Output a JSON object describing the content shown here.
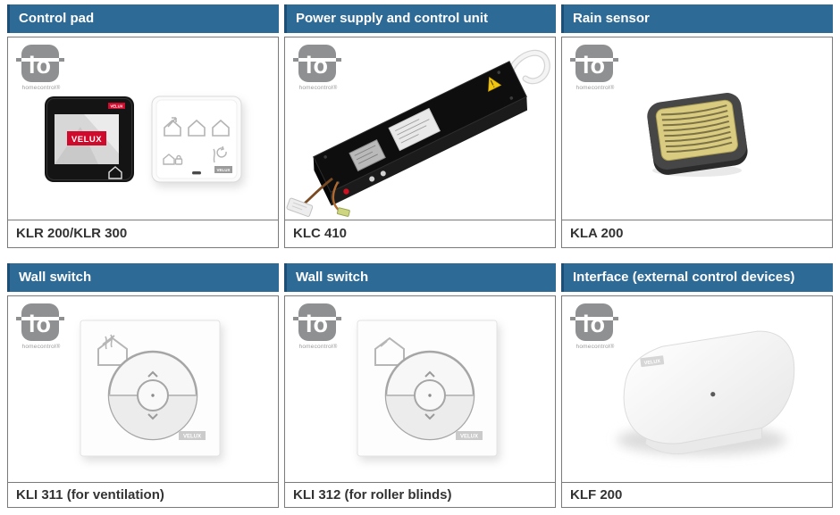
{
  "brand": "VELUX",
  "io_logo": {
    "text": "io",
    "subtext": "homecontrol®"
  },
  "theme": {
    "header_bg": "#2e6a96",
    "header_edge": "#1d4e75",
    "header_text": "#ffffff",
    "cell_border": "#7a7a7a",
    "label_text": "#333333",
    "velux_red": "#cf0a2c",
    "logo_gray": "#8f9091",
    "sensor_gold": "#d9cb7f"
  },
  "cells": [
    {
      "header": "Control pad",
      "label": "KLR 200/KLR 300"
    },
    {
      "header": "Power supply and control unit",
      "label": "KLC 410"
    },
    {
      "header": "Rain sensor",
      "label": "KLA 200"
    },
    {
      "header": "Wall switch",
      "label": "KLI 311 (for ventilation)"
    },
    {
      "header": "Wall switch",
      "label": "KLI 312 (for roller blinds)"
    },
    {
      "header": "Interface (external control devices)",
      "label": "KLF 200"
    }
  ]
}
